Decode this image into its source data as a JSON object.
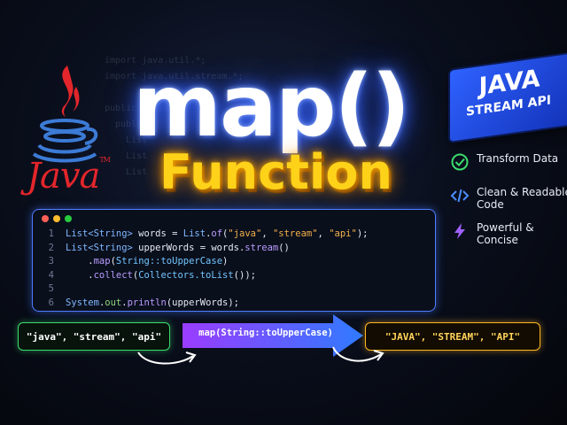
{
  "background_code": [
    "import java.util.*;",
    "import java.util.stream.*;",
    "",
    "public class",
    "  public",
    "    List",
    "    List",
    "    List"
  ],
  "logo": {
    "word": "Java",
    "tm": "TM",
    "colors": {
      "flame": "#e3262b",
      "cup": "#3c7bd6"
    }
  },
  "title": {
    "main": "map()",
    "sub": "Function"
  },
  "badge": {
    "line1": "JAVA",
    "line2": "STREAM API",
    "color": "#2f62ff"
  },
  "features": [
    {
      "icon": "check-circle-icon",
      "label": "Transform Data"
    },
    {
      "icon": "code-brackets-icon",
      "label": "Clean & Readable Code"
    },
    {
      "icon": "lightning-icon",
      "label": "Powerful & Concise"
    }
  ],
  "code_window": {
    "dot_colors": [
      "#ff5f56",
      "#ffbd2e",
      "#27c93f"
    ],
    "line_numbers": [
      "1",
      "2",
      "3",
      "4",
      "5",
      "6"
    ],
    "lines": [
      [
        [
          "k",
          "List<String>"
        ],
        [
          "w",
          " words = "
        ],
        [
          "k",
          "List"
        ],
        [
          "w",
          "."
        ],
        [
          "m",
          "of"
        ],
        [
          "w",
          "("
        ],
        [
          "s",
          "\"java\""
        ],
        [
          "w",
          ", "
        ],
        [
          "s",
          "\"stream\""
        ],
        [
          "w",
          ", "
        ],
        [
          "s",
          "\"api\""
        ],
        [
          "w",
          ");"
        ]
      ],
      [
        [
          "k",
          "List<String>"
        ],
        [
          "w",
          " upperWords = words."
        ],
        [
          "m",
          "stream"
        ],
        [
          "w",
          "()"
        ]
      ],
      [
        [
          "w",
          "    ."
        ],
        [
          "m",
          "map"
        ],
        [
          "w",
          "("
        ],
        [
          "c",
          "String::toUpperCase"
        ],
        [
          "w",
          ")"
        ]
      ],
      [
        [
          "w",
          "    ."
        ],
        [
          "m",
          "collect"
        ],
        [
          "w",
          "("
        ],
        [
          "c",
          "Collectors.toList"
        ],
        [
          "w",
          "());"
        ]
      ],
      [],
      [
        [
          "k",
          "System"
        ],
        [
          "w",
          "."
        ],
        [
          "g",
          "out"
        ],
        [
          "w",
          "."
        ],
        [
          "m",
          "println"
        ],
        [
          "w",
          "(upperWords);"
        ]
      ]
    ]
  },
  "flow": {
    "input": "\"java\", \"stream\", \"api\"",
    "operation": "map(String::toUpperCase)",
    "output": "\"JAVA\", \"STREAM\", \"API\"",
    "colors": {
      "input": "#3ddc6d",
      "output": "#ffb520",
      "operation_from": "#9b3cff",
      "operation_to": "#2f7bff"
    }
  }
}
